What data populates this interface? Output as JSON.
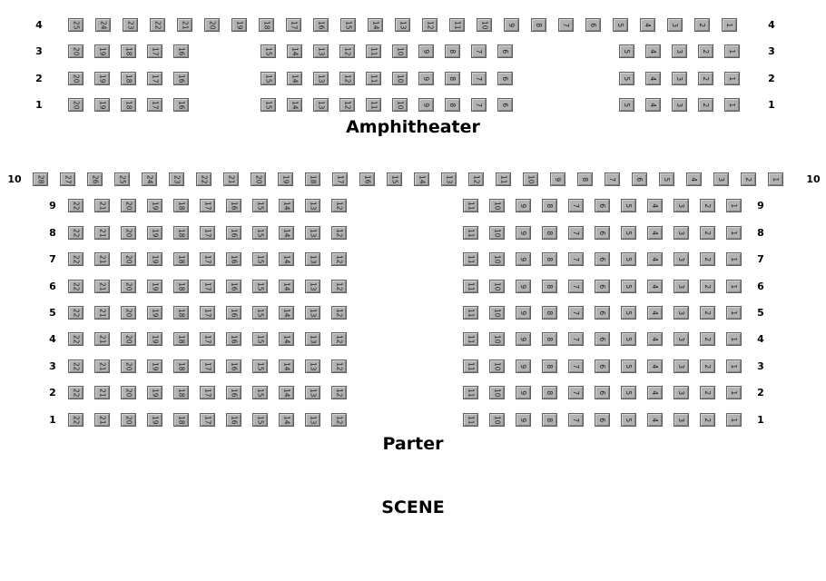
{
  "sections": {
    "amphitheater": {
      "label": "Amphitheater",
      "rows": [
        {
          "row": "4",
          "groups": [
            [
              25,
              24,
              23,
              22,
              21,
              20,
              19,
              18,
              17,
              16,
              15,
              14,
              13,
              12,
              11,
              10,
              9,
              8,
              7,
              6,
              5,
              4,
              3,
              2,
              1
            ]
          ]
        },
        {
          "row": "3",
          "groups": [
            [
              20,
              19,
              18,
              17,
              16
            ],
            [
              15,
              14,
              13,
              12,
              11,
              10,
              9,
              8,
              7,
              6
            ],
            [
              5,
              4,
              3,
              2,
              1
            ]
          ]
        },
        {
          "row": "2",
          "groups": [
            [
              20,
              19,
              18,
              17,
              16
            ],
            [
              15,
              14,
              13,
              12,
              11,
              10,
              9,
              8,
              7,
              6
            ],
            [
              5,
              4,
              3,
              2,
              1
            ]
          ]
        },
        {
          "row": "1",
          "groups": [
            [
              20,
              19,
              18,
              17,
              16
            ],
            [
              15,
              14,
              13,
              12,
              11,
              10,
              9,
              8,
              7,
              6
            ],
            [
              5,
              4,
              3,
              2,
              1
            ]
          ]
        }
      ]
    },
    "parter": {
      "label": "Parter",
      "rows": [
        {
          "row": "10",
          "groups": [
            [
              28,
              27,
              26,
              25,
              24,
              23,
              22,
              21,
              20,
              19,
              18,
              17,
              16,
              15,
              14,
              13,
              12,
              11,
              10,
              9,
              8,
              7,
              6,
              5,
              4,
              3,
              2,
              1
            ]
          ]
        },
        {
          "row": "9",
          "groups": [
            [
              22,
              21,
              20,
              19,
              18,
              17,
              16,
              15,
              14,
              13,
              12
            ],
            [
              11,
              10,
              9,
              8,
              7,
              6,
              5,
              4,
              3,
              2,
              1
            ]
          ]
        },
        {
          "row": "8",
          "groups": [
            [
              22,
              21,
              20,
              19,
              18,
              17,
              16,
              15,
              14,
              13,
              12
            ],
            [
              11,
              10,
              9,
              8,
              7,
              6,
              5,
              4,
              3,
              2,
              1
            ]
          ]
        },
        {
          "row": "7",
          "groups": [
            [
              22,
              21,
              20,
              19,
              18,
              17,
              16,
              15,
              14,
              13,
              12
            ],
            [
              11,
              10,
              9,
              8,
              7,
              6,
              5,
              4,
              3,
              2,
              1
            ]
          ]
        },
        {
          "row": "6",
          "groups": [
            [
              22,
              21,
              20,
              19,
              18,
              17,
              16,
              15,
              14,
              13,
              12
            ],
            [
              11,
              10,
              9,
              8,
              7,
              6,
              5,
              4,
              3,
              2,
              1
            ]
          ]
        },
        {
          "row": "5",
          "groups": [
            [
              22,
              21,
              20,
              19,
              18,
              17,
              16,
              15,
              14,
              13,
              12
            ],
            [
              11,
              10,
              9,
              8,
              7,
              6,
              5,
              4,
              3,
              2,
              1
            ]
          ]
        },
        {
          "row": "4",
          "groups": [
            [
              22,
              21,
              20,
              19,
              18,
              17,
              16,
              15,
              14,
              13,
              12
            ],
            [
              11,
              10,
              9,
              8,
              7,
              6,
              5,
              4,
              3,
              2,
              1
            ]
          ]
        },
        {
          "row": "3",
          "groups": [
            [
              22,
              21,
              20,
              19,
              18,
              17,
              16,
              15,
              14,
              13,
              12
            ],
            [
              11,
              10,
              9,
              8,
              7,
              6,
              5,
              4,
              3,
              2,
              1
            ]
          ]
        },
        {
          "row": "2",
          "groups": [
            [
              22,
              21,
              20,
              19,
              18,
              17,
              16,
              15,
              14,
              13,
              12
            ],
            [
              11,
              10,
              9,
              8,
              7,
              6,
              5,
              4,
              3,
              2,
              1
            ]
          ]
        },
        {
          "row": "1",
          "groups": [
            [
              22,
              21,
              20,
              19,
              18,
              17,
              16,
              15,
              14,
              13,
              12
            ],
            [
              11,
              10,
              9,
              8,
              7,
              6,
              5,
              4,
              3,
              2,
              1
            ]
          ]
        }
      ]
    }
  },
  "stage": {
    "label": "SCENE"
  },
  "colors": {
    "page_bg": "#ffffff",
    "seat_fill": "#b2b2b2",
    "seat_border": "#5f5f5f",
    "seat_text": "#1c1c1c",
    "label_text": "#000000"
  }
}
